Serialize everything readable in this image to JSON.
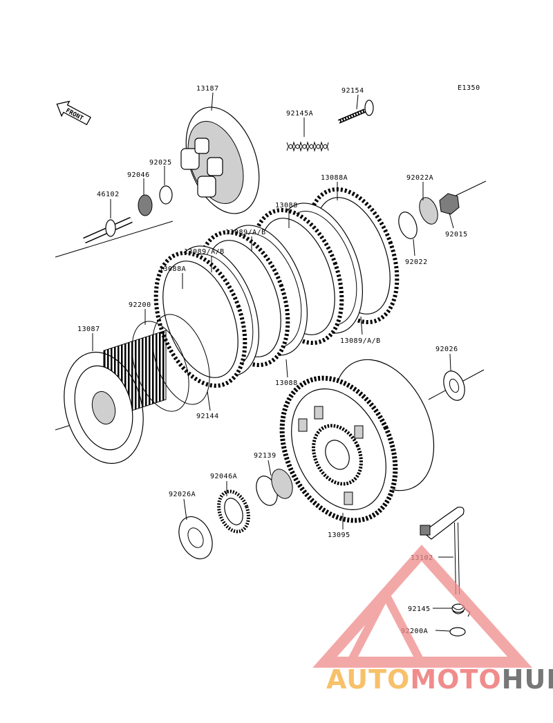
{
  "diagram": {
    "code": "E1350",
    "front_label": "FRONT",
    "parts": {
      "p13187": "13187",
      "p92154": "92154",
      "p92145A": "92145A",
      "p92025": "92025",
      "p92046": "92046",
      "p46102": "46102",
      "p13088A_top": "13088A",
      "p92022A": "92022A",
      "p13088_top": "13088",
      "p13089_top": "13089/A/B",
      "p92015": "92015",
      "p92022": "92022",
      "p13089_left": "13089/A/B",
      "p13088A_left": "13088A",
      "p92200": "92200",
      "p13087": "13087",
      "p13089_right": "13089/A/B",
      "p92026": "92026",
      "p13088_bottom": "13088",
      "p92144": "92144",
      "p92139": "92139",
      "p92046A": "92046A",
      "p92026A": "92026A",
      "p13095": "13095",
      "p13102": "13102",
      "p92145": "92145",
      "p92200A": "92200A"
    }
  },
  "watermark": {
    "part1": "AUTO",
    "part2": "MOTO",
    "part3": "HUB",
    "color_auto": "#f7c16a",
    "color_moto": "#f08c8c",
    "color_hub": "#777777"
  }
}
